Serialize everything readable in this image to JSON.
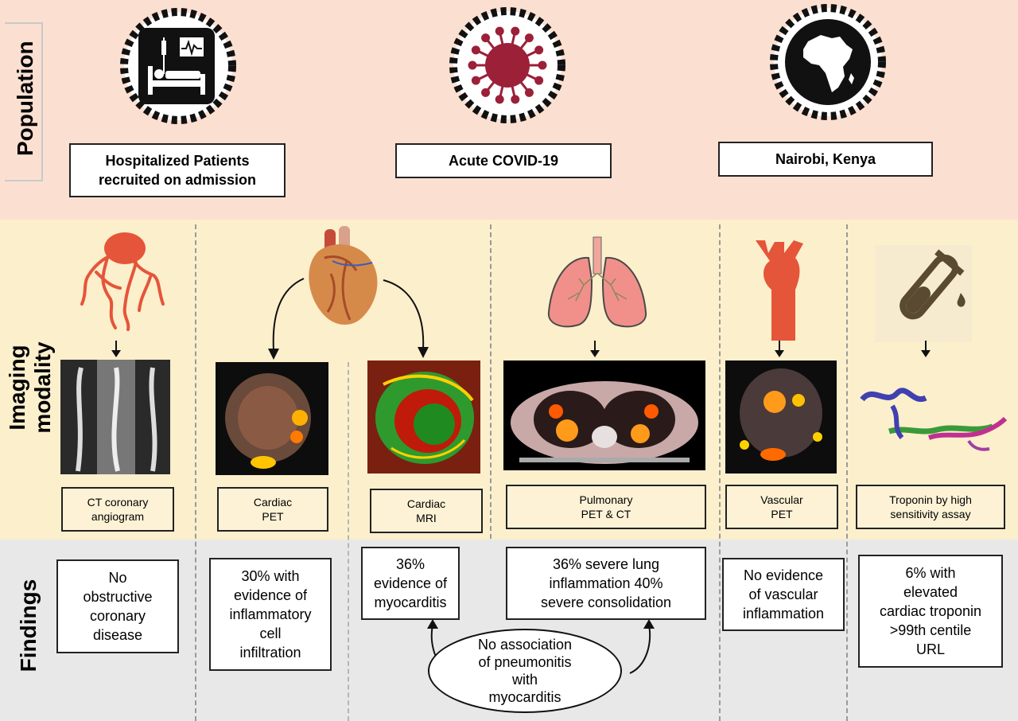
{
  "rows": {
    "population": "Population",
    "imaging_line1": "Imaging",
    "imaging_line2": "modality",
    "findings": "Findings"
  },
  "population": {
    "hospitalized_line1": "Hospitalized Patients",
    "hospitalized_line2": "recruited on admission",
    "covid": "Acute COVID-19",
    "location": "Nairobi, Kenya"
  },
  "modalities": [
    {
      "line1": "CT coronary",
      "line2": "angiogram"
    },
    {
      "line1": "Cardiac",
      "line2": "PET"
    },
    {
      "line1": "Cardiac",
      "line2": "MRI"
    },
    {
      "line1": "Pulmonary",
      "line2": "PET & CT"
    },
    {
      "line1": "Vascular",
      "line2": "PET"
    },
    {
      "line1": "Troponin by high",
      "line2": "sensitivity assay"
    }
  ],
  "findings": [
    {
      "lines": [
        "No",
        "obstructive",
        "coronary",
        "disease"
      ]
    },
    {
      "lines": [
        "30% with",
        "evidence of",
        "inflammatory",
        "cell",
        "infiltration"
      ]
    },
    {
      "lines": [
        "36%",
        "evidence of",
        "myocarditis"
      ]
    },
    {
      "lines": [
        "36% severe lung",
        "inflammation 40%",
        "severe consolidation"
      ]
    },
    {
      "lines": [
        "No evidence",
        "of vascular",
        "inflammation"
      ]
    },
    {
      "lines": [
        "6% with",
        "elevated",
        "cardiac troponin",
        ">99th centile",
        "URL"
      ]
    }
  ],
  "association": {
    "lines": [
      "No association",
      "of pneumonitis",
      "with",
      "myocarditis"
    ]
  },
  "icons": {
    "hospital": "hospital-bed-icon",
    "virus": "virus-icon",
    "africa": "africa-map-icon",
    "coronary": "coronary-arteries-icon",
    "heart": "heart-icon",
    "lungs": "lungs-icon",
    "aorta": "aorta-icon",
    "test_tube": "test-tube-icon",
    "protein": "troponin-protein-icon"
  },
  "colors": {
    "population_band": "#fbe0d2",
    "imaging_band": "#fcefcc",
    "findings_band": "#e8e8e8",
    "virus": "#9b2038",
    "artery": "#e5553a",
    "test_tube": "#5a4a32"
  }
}
